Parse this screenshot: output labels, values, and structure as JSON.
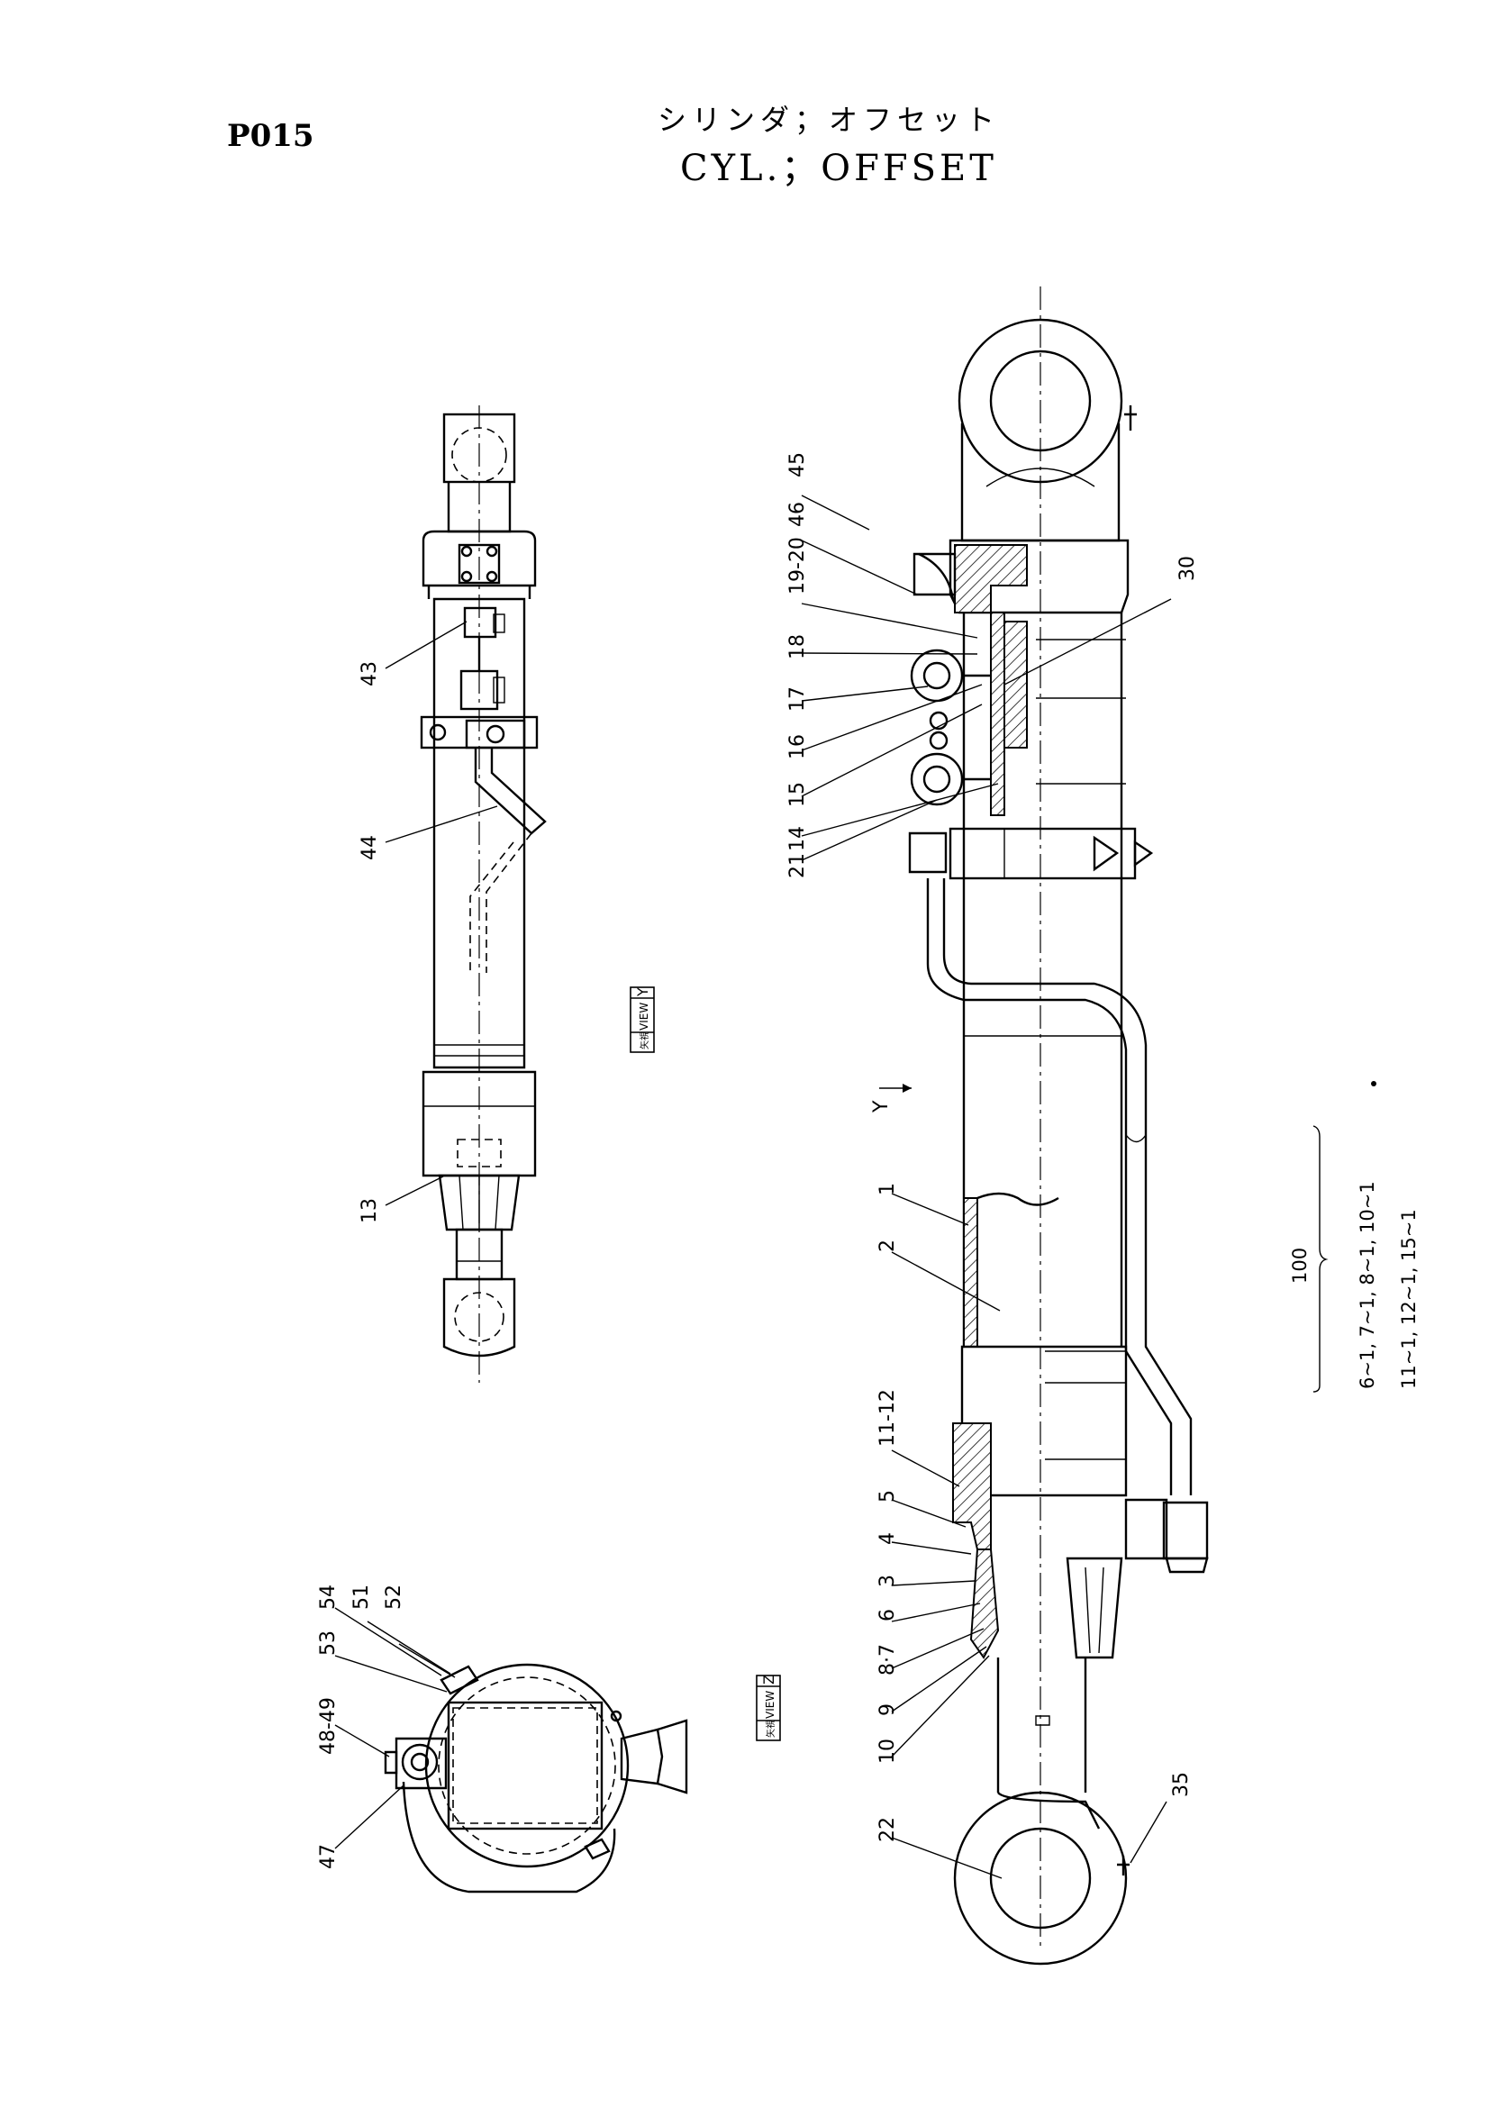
{
  "header": {
    "page_code": "P015",
    "title_jp": "シリンダ；オフセット",
    "title_en": "CYL.；OFFSET"
  },
  "view_markers": {
    "view_y": {
      "kanji": "矢視",
      "word": "VIEW",
      "letter": "Y"
    },
    "view_z": {
      "kanji": "矢視",
      "word": "VIEW",
      "letter": "Z"
    },
    "arrow_y": "Y"
  },
  "callouts": {
    "view_y": [
      "43",
      "44",
      "13"
    ],
    "main": [
      "45",
      "46",
      "19-20",
      "18",
      "17",
      "16",
      "15",
      "14",
      "21",
      "30",
      "1",
      "2",
      "11-12",
      "5",
      "4",
      "3",
      "6",
      "8·7",
      "9",
      "10",
      "22",
      "35"
    ],
    "view_z": [
      "54",
      "51",
      "52",
      "53",
      "48-49",
      "47"
    ]
  },
  "kit_note": {
    "number": "100",
    "line1": "6~1, 7~1, 8~1, 10~1",
    "line2": "11~1, 12~1, 15~1"
  }
}
